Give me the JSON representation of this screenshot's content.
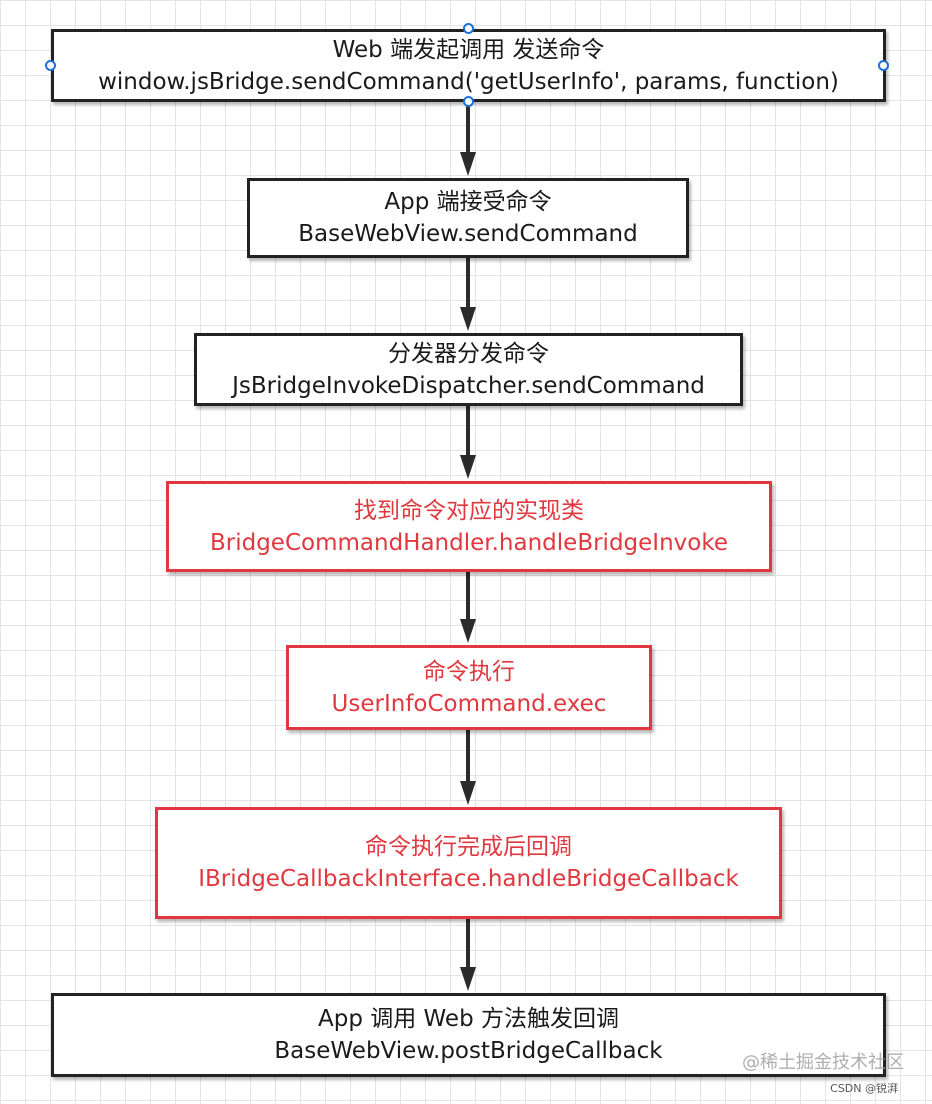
{
  "nodes": [
    {
      "line1": "Web 端发起调用 发送命令",
      "line2": "window.jsBridge.sendCommand('getUserInfo', params, function)",
      "highlight": false
    },
    {
      "line1": "App 端接受命令",
      "line2": "BaseWebView.sendCommand",
      "highlight": false
    },
    {
      "line1": "分发器分发命令",
      "line2": "JsBridgeInvokeDispatcher.sendCommand",
      "highlight": false
    },
    {
      "line1": "找到命令对应的实现类",
      "line2": "BridgeCommandHandler.handleBridgeInvoke",
      "highlight": true
    },
    {
      "line1": "命令执行",
      "line2": "UserInfoCommand.exec",
      "highlight": true
    },
    {
      "line1": "命令执行完成后回调",
      "line2": "IBridgeCallbackInterface.handleBridgeCallback",
      "highlight": true
    },
    {
      "line1": "App 调用 Web 方法触发回调",
      "line2": "BaseWebView.postBridgeCallback",
      "highlight": false
    }
  ],
  "watermark": "@稀土掘金技术社区",
  "credit": "CSDN @锐湃",
  "colors": {
    "box_border": "#222222",
    "highlight": "#e0383e",
    "arrow": "#2b2b2b",
    "selection_handle": "#1e6fd9",
    "grid": "#e3e3e3"
  }
}
